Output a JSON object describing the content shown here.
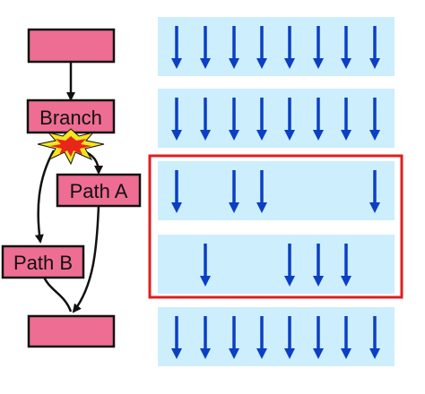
{
  "flow": {
    "top_box_label": "",
    "branch_label": "Branch",
    "path_a_label": "Path A",
    "path_b_label": "Path B",
    "bottom_box_label": ""
  },
  "colors": {
    "box_fill": "#ee6d93",
    "box_stroke": "#111111",
    "lane_fill": "#cdeefc",
    "thread_arrow": "#0b3fc4",
    "divergence_frame": "#e01e1e",
    "flow_line": "#111111",
    "burst_outer": "#f4e61e",
    "burst_inner": "#e8261a"
  },
  "icons": {
    "burst": "explosion-icon",
    "thread_arrow": "down-arrow-icon",
    "connector": "arrow-connector"
  },
  "lanes": [
    {
      "name": "lane-1",
      "active": [
        true,
        true,
        true,
        true,
        true,
        true,
        true,
        true
      ]
    },
    {
      "name": "lane-2",
      "active": [
        true,
        true,
        true,
        true,
        true,
        true,
        true,
        true
      ]
    },
    {
      "name": "lane-3-path-a",
      "active": [
        true,
        false,
        true,
        true,
        false,
        false,
        false,
        true
      ]
    },
    {
      "name": "lane-4-path-b",
      "active": [
        false,
        true,
        false,
        false,
        true,
        true,
        true,
        false
      ]
    },
    {
      "name": "lane-5",
      "active": [
        true,
        true,
        true,
        true,
        true,
        true,
        true,
        true
      ]
    }
  ]
}
